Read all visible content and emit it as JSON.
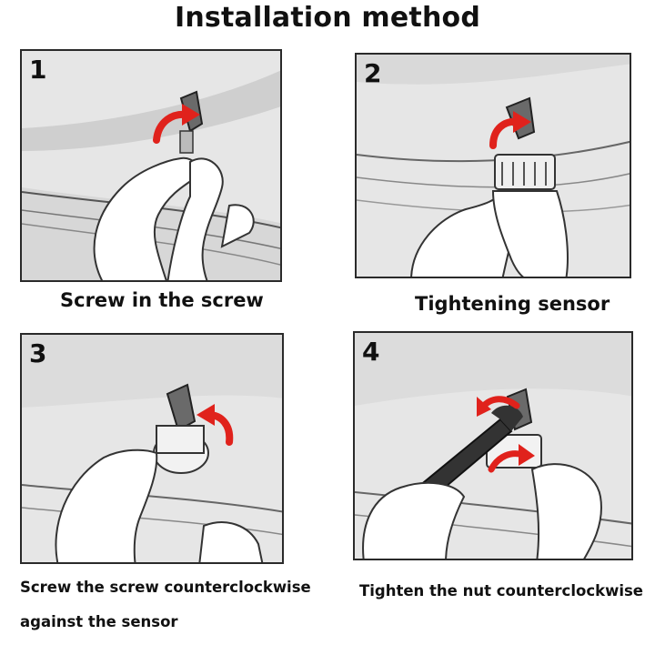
{
  "title": "Installation method",
  "steps": [
    {
      "number": "1",
      "caption": "Screw in the screw"
    },
    {
      "number": "2",
      "caption": "Tightening sensor"
    },
    {
      "number": "3",
      "caption": "Screw the screw counterclockwise",
      "caption_line2": "against the sensor"
    },
    {
      "number": "4",
      "caption": "Tighten the nut counterclockwise"
    }
  ],
  "colors": {
    "arrow": "#e0221c",
    "frame": "#2a2a2a",
    "panel_bg": "#e6e6e6"
  }
}
